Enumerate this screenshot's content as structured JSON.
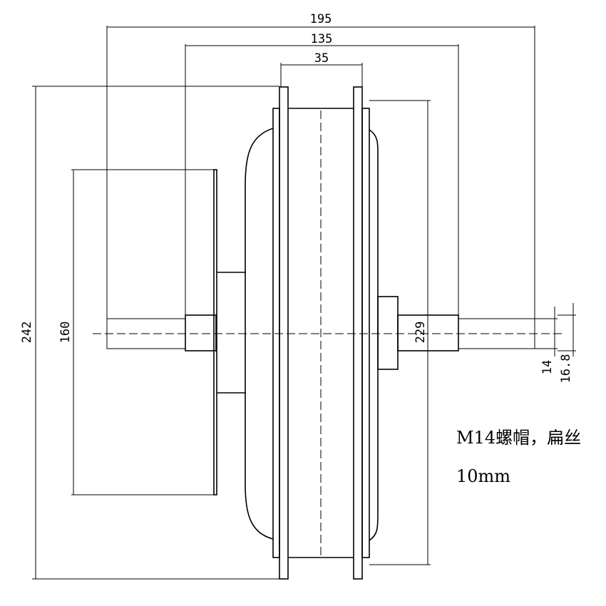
{
  "dimensions": {
    "overall_width": "195",
    "flange_span": "135",
    "rim_width": "35",
    "outer_diameter": "242",
    "flange_diameter": "160",
    "rim_diameter": "229",
    "axle_flat": "14",
    "axle_diameter": "16.8"
  },
  "note": {
    "line1": "M14螺帽，扁丝",
    "line2": "10mm"
  }
}
